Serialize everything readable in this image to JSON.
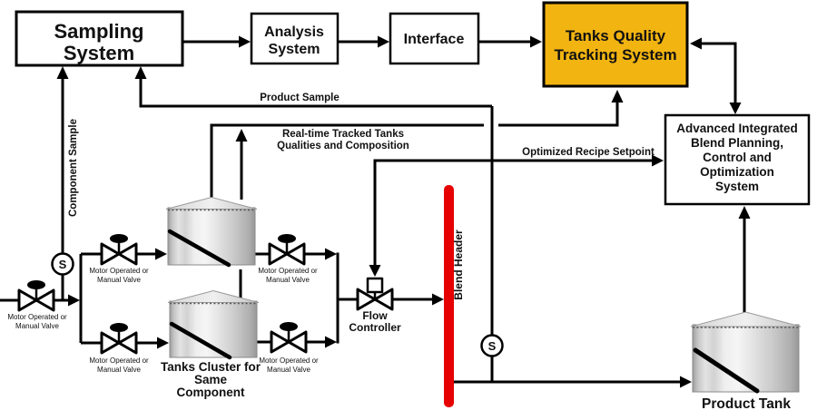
{
  "diagram": {
    "boxes": {
      "sampling_system": {
        "line1": "Sampling",
        "line2": "System"
      },
      "analysis_system": {
        "line1": "Analysis",
        "line2": "System"
      },
      "interface": {
        "line1": "Interface"
      },
      "tanks_quality": {
        "line1": "Tanks Quality",
        "line2": "Tracking System"
      },
      "advanced_system": {
        "line1": "Advanced Integrated",
        "line2": "Blend Planning,",
        "line3": "Control and",
        "line4": "Optimization",
        "line5": "System"
      }
    },
    "labels": {
      "product_sample": "Product Sample",
      "component_sample": "Component Sample",
      "realtime_line1": "Real-time Tracked Tanks",
      "realtime_line2": "Qualities and Composition",
      "optimized_recipe_setpoint": "Optimized Recipe Setpoint",
      "blend_header": "Blend Header",
      "flow_controller_line1": "Flow",
      "flow_controller_line2": "Controller",
      "tanks_cluster_line1": "Tanks Cluster for",
      "tanks_cluster_line2": "Same",
      "tanks_cluster_line3": "Component",
      "product_tank": "Product Tank",
      "sample_point": "S"
    },
    "valve_label": {
      "line1": "Motor Operated or",
      "line2": "Manual Valve"
    },
    "colors": {
      "highlight_box": "#F2B411",
      "blend_header_red": "#E60000",
      "line_black": "#000000"
    }
  }
}
